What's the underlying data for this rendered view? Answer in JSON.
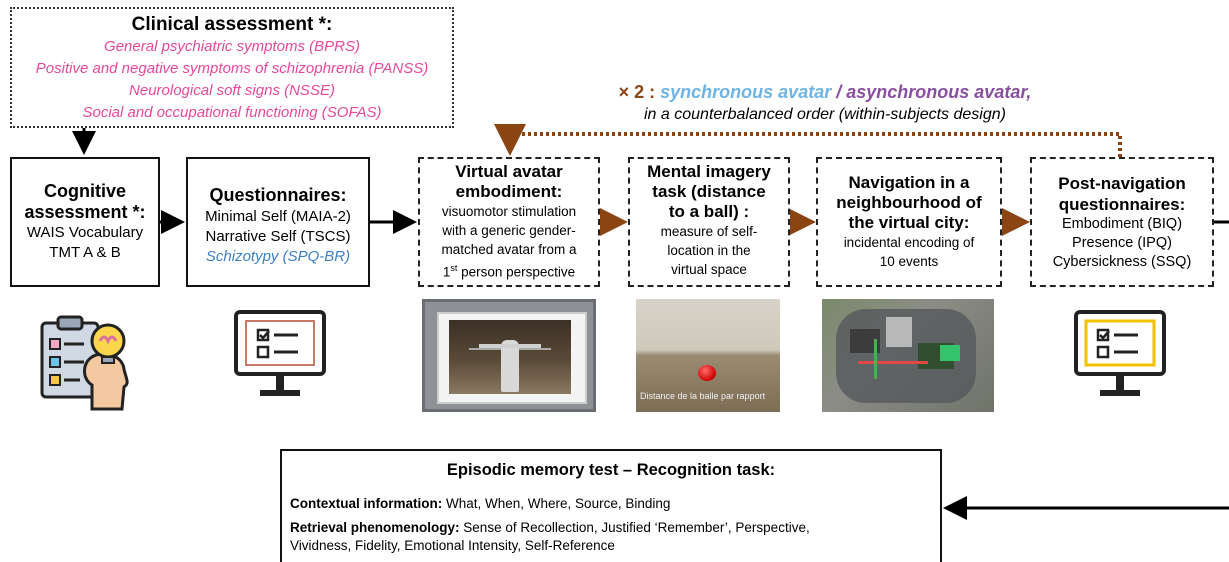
{
  "clinical": {
    "title": "Clinical assessment *:",
    "items": [
      "General psychiatric symptoms (BPRS)",
      "Positive and negative symptoms of schizophrenia (PANSS)",
      "Neurological soft signs (NSSE)",
      "Social and occupational functioning (SOFAS)"
    ]
  },
  "repeat": {
    "times": "× 2 :",
    "sync": "synchronous avatar",
    "slash": "/",
    "async": "asynchronous avatar",
    "comma": ",",
    "line2": "in a counterbalanced order (within-subjects design)"
  },
  "cognitive": {
    "title_lines": [
      "Cognitive",
      "assessment *:"
    ],
    "items": [
      "WAIS Vocabulary",
      "TMT A & B"
    ]
  },
  "questionnaires": {
    "title": "Questionnaires:",
    "items": [
      "Minimal Self (MAIA-2)",
      "Narrative Self (TSCS)"
    ],
    "highlight": "Schizotypy (SPQ-BR)"
  },
  "embodiment": {
    "title_lines": [
      "Virtual avatar",
      "embodiment:"
    ],
    "body_lines": [
      "visuomotor stimulation",
      "with a generic gender-",
      "matched avatar from a"
    ],
    "last_prefix": "1",
    "last_sup": "st",
    "last_suffix": " person perspective"
  },
  "mental": {
    "title_lines": [
      "Mental imagery",
      "task (distance",
      "to a ball) :"
    ],
    "body_lines": [
      "measure of self-",
      "location in the",
      "virtual space"
    ]
  },
  "navigation": {
    "title_lines": [
      "Navigation in a",
      "neighbourhood of",
      "the virtual city:"
    ],
    "body_lines": [
      "incidental encoding of",
      "10 events"
    ]
  },
  "post": {
    "title_lines": [
      "Post-navigation",
      "questionnaires:"
    ],
    "items": [
      "Embodiment (BIQ)",
      "Presence (IPQ)",
      "Cybersickness (SSQ)"
    ]
  },
  "ball_caption": "Distance de la balle par rapport",
  "memory": {
    "title": "Episodic memory test – Recognition task:",
    "ctx_label": "Contextual information:",
    "ctx_text": "What, When, Where, Source, Binding",
    "ret_label": "Retrieval phenomenology:",
    "ret_text": "Sense of Recollection, Justified ‘Remember’, Perspective,",
    "ret_text2": "Vividness, Fidelity, Emotional Intensity, Self-Reference"
  },
  "colors": {
    "pink": "#e8489c",
    "blue": "#3d7fc1",
    "sky": "#6db4e4",
    "purple": "#8a4fa0",
    "brown": "#8b4513"
  },
  "icons": [
    "clipboard-brain-icon",
    "monitor-checklist-icon",
    "avatar-screen-image",
    "ball-scene-image",
    "city-map-image",
    "monitor-checklist-yellow-icon"
  ]
}
